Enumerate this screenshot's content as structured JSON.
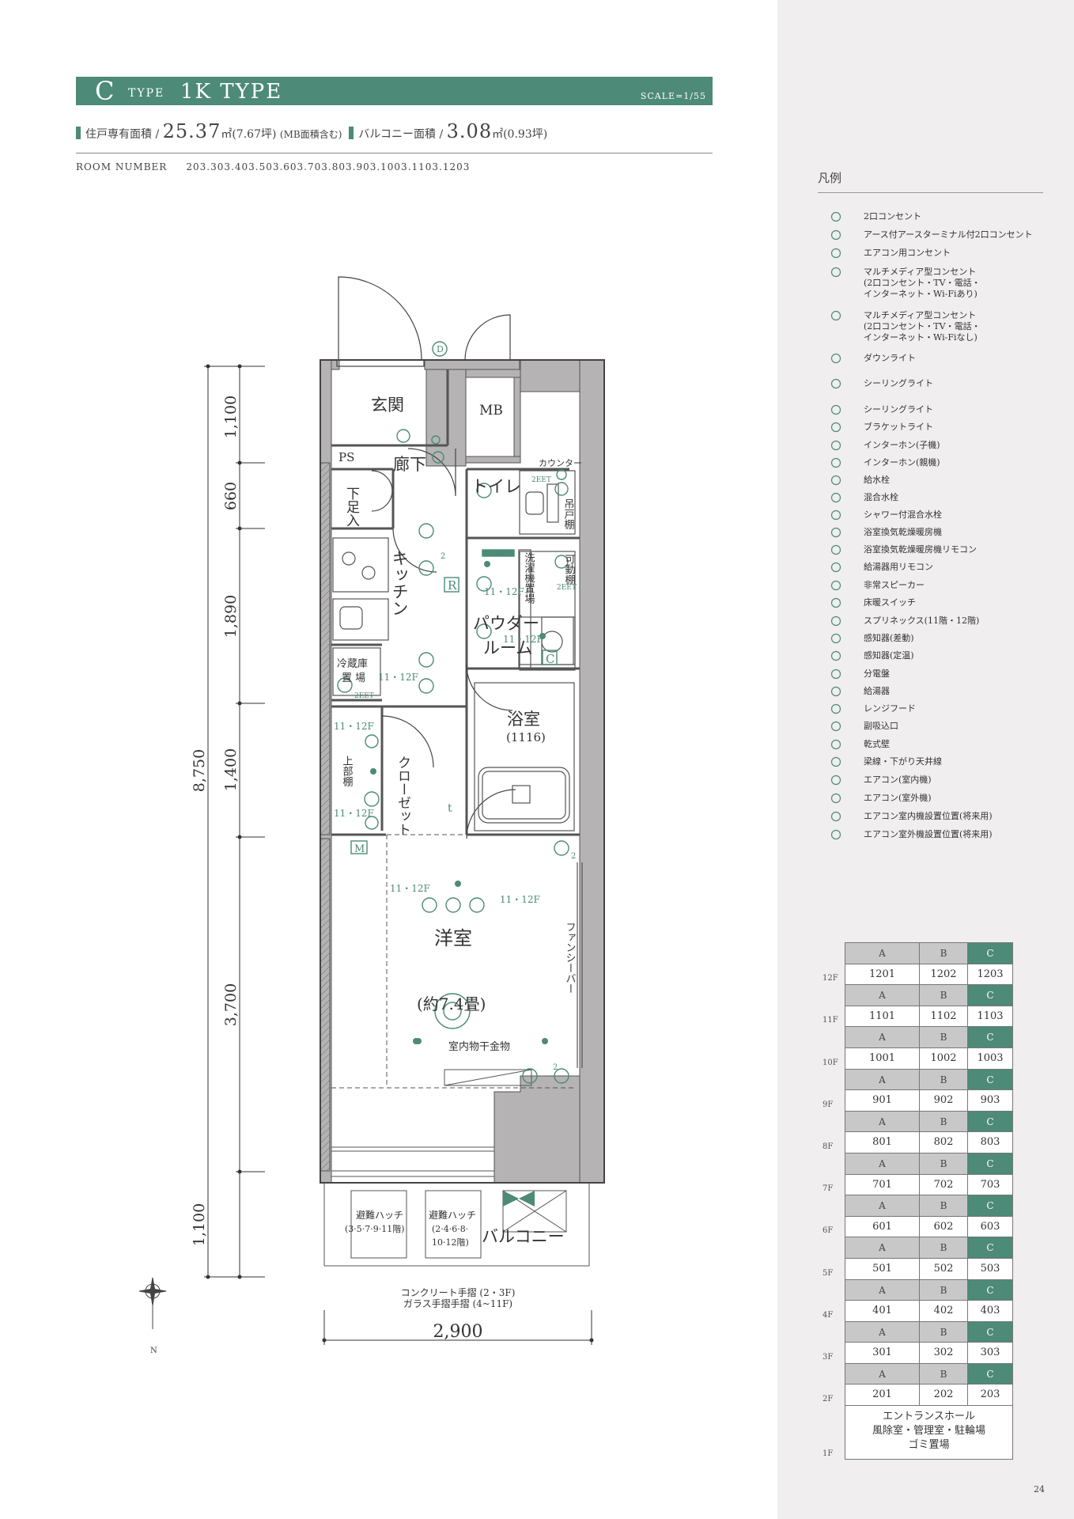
{
  "header": {
    "type_letter": "C",
    "type_word": "TYPE",
    "type_name": "1K TYPE",
    "scale": "SCALE=1/55"
  },
  "area": {
    "private_label": "住戸専有面積",
    "private_value": "25.37",
    "private_unit": "㎡(7.67坪)",
    "private_note": "(MB面積含む)",
    "balcony_label": "バルコニー面積",
    "balcony_value": "3.08",
    "balcony_unit": "㎡(0.93坪)"
  },
  "room_number": {
    "label": "ROOM NUMBER",
    "value": "203.303.403.503.603.703.803.903.1003.1103.1203"
  },
  "plan": {
    "rooms": {
      "genkan": "玄関",
      "mb": "MB",
      "ps": "PS",
      "rouka": "廊下",
      "toilet": "トイレ",
      "counter": "カウンター",
      "tsuri": "吊戸棚",
      "getabako": "下足入",
      "kitchen": "キッチン",
      "sentaku": "洗濯機置場",
      "kado": "可動棚",
      "powder1": "パウダー",
      "powder2": "ルーム",
      "reizoko1": "冷蔵庫",
      "reizoko2": "置 場",
      "yokushitsu": "浴室",
      "yokushitsu_size": "(1116)",
      "closet": "クローゼット",
      "jobudana": "上部棚",
      "yoshitsu": "洋室",
      "yoshitsu_size": "(約7.4畳)",
      "fancy": "ファンシーバー",
      "hoshi": "室内物干金物",
      "hatch1": "避難ハッチ",
      "hatch1_floors": "(3·5·7·9·11階)",
      "hatch2": "避難ハッチ",
      "hatch2_floors_a": "(2·4·6·8·",
      "hatch2_floors_b": "10·12階)",
      "balcony": "バルコニー",
      "railing1": "コンクリート手摺 (2・3F)",
      "railing2": "ガラス手摺手摺 (4~11F)"
    },
    "marks": {
      "floor_note_a": "11・12F",
      "floor_note_b": "11・12F",
      "floor_note_c": "11・12F",
      "floor_note_d": "11・12F",
      "floor_note_e": "11・12F",
      "floor_note_f": "11・12F",
      "floor_note_g": "11・12F",
      "eet_1": "2EET",
      "eet_2": "2EET",
      "eet_3": "2EET",
      "m_mark": "M",
      "r_mark": "R",
      "c_mark": "C",
      "d_mark": "D",
      "t_mark": "t",
      "two_1": "2",
      "two_2": "2",
      "two_3": "2",
      "north": "N"
    },
    "dims_vertical": [
      "1,100",
      "660",
      "1,890",
      "1,400",
      "3,700",
      "1,100"
    ],
    "dim_total": "8,750",
    "dim_width": "2,900"
  },
  "legend": {
    "title": "凡例",
    "items": [
      {
        "icon": "outlet-2-icon",
        "label": "2口コンセント"
      },
      {
        "icon": "outlet-earth-icon",
        "label": "アース付アースターミナル付2口コンセント"
      },
      {
        "icon": "aircon-outlet-icon",
        "label": "エアコン用コンセント"
      },
      {
        "icon": "multimedia-outlet-icon",
        "label": "マルチメディア型コンセント\n(2口コンセント・TV・電話・\nインターネット・Wi-Fiあり)"
      },
      {
        "icon": "multimedia-outlet-m1-icon",
        "label": "マルチメディア型コンセント\n(2口コンセント・TV・電話・\nインターネット・Wi-Fiなし)"
      },
      {
        "icon": "downlight-icon",
        "label": "ダウンライト"
      },
      {
        "icon": "ceiling-light-large-icon",
        "label": "シーリングライト"
      },
      {
        "icon": "ceiling-light-icon",
        "label": "シーリングライト"
      },
      {
        "icon": "bracket-light-icon",
        "label": "ブラケットライト"
      },
      {
        "icon": "intercom-sub-icon",
        "label": "インターホン(子機)"
      },
      {
        "icon": "intercom-main-icon",
        "label": "インターホン(親機)"
      },
      {
        "icon": "water-faucet-icon",
        "label": "給水栓"
      },
      {
        "icon": "mixing-faucet-icon",
        "label": "混合水栓"
      },
      {
        "icon": "shower-faucet-icon",
        "label": "シャワー付混合水栓"
      },
      {
        "icon": "bath-dryer-icon",
        "label": "浴室換気乾燥暖房機"
      },
      {
        "icon": "bath-dryer-remote-icon",
        "label": "浴室換気乾燥暖房機リモコン"
      },
      {
        "icon": "water-heater-remote-icon",
        "label": "給湯器用リモコン"
      },
      {
        "icon": "emergency-speaker-icon",
        "label": "非常スピーカー"
      },
      {
        "icon": "floor-heating-switch-icon",
        "label": "床暖スイッチ"
      },
      {
        "icon": "sprinkler-icon",
        "label": "スプリネックス(11階・12階)"
      },
      {
        "icon": "detector-diff-icon",
        "label": "感知器(差動)"
      },
      {
        "icon": "detector-fixed-icon",
        "label": "感知器(定温)"
      },
      {
        "icon": "distribution-board-icon",
        "label": "分電盤"
      },
      {
        "icon": "water-heater-icon",
        "label": "給湯器"
      },
      {
        "icon": "range-hood-icon",
        "label": "レンジフード"
      },
      {
        "icon": "air-vent-icon",
        "label": "副吸込口"
      },
      {
        "icon": "dry-wall-icon",
        "label": "乾式壁"
      },
      {
        "icon": "beam-line-icon",
        "label": "梁線・下がり天井線"
      },
      {
        "icon": "aircon-indoor-icon",
        "label": "エアコン(室内機)"
      },
      {
        "icon": "aircon-outdoor-icon",
        "label": "エアコン(室外機)"
      },
      {
        "icon": "aircon-indoor-future-icon",
        "label": "エアコン室内機設置位置(将来用)"
      },
      {
        "icon": "aircon-outdoor-future-icon",
        "label": "エアコン室外機設置位置(将来用)"
      }
    ]
  },
  "floor_table": {
    "header": {
      "a": "A",
      "b": "B",
      "c": "C"
    },
    "floors": [
      {
        "label": "12F",
        "a": "1201",
        "b": "1202",
        "c": "1203"
      },
      {
        "label": "11F",
        "a": "1101",
        "b": "1102",
        "c": "1103"
      },
      {
        "label": "10F",
        "a": "1001",
        "b": "1002",
        "c": "1003"
      },
      {
        "label": "9F",
        "a": "901",
        "b": "902",
        "c": "903"
      },
      {
        "label": "8F",
        "a": "801",
        "b": "802",
        "c": "803"
      },
      {
        "label": "7F",
        "a": "701",
        "b": "702",
        "c": "703"
      },
      {
        "label": "6F",
        "a": "601",
        "b": "602",
        "c": "603"
      },
      {
        "label": "5F",
        "a": "501",
        "b": "502",
        "c": "503"
      },
      {
        "label": "4F",
        "a": "401",
        "b": "402",
        "c": "403"
      },
      {
        "label": "3F",
        "a": "301",
        "b": "302",
        "c": "303"
      },
      {
        "label": "2F",
        "a": "201",
        "b": "202",
        "c": "203"
      }
    ],
    "ground": {
      "label": "1F",
      "line1": "エントランスホール",
      "line2": "風除室・管理室・駐輪場",
      "line3": "ゴミ置場"
    }
  },
  "page_number": "24",
  "colors": {
    "accent": "#4d8a78",
    "header_gray": "#c9c8c8",
    "wall_gray": "#b5b3b3",
    "sidebar": "#f0eeee"
  }
}
